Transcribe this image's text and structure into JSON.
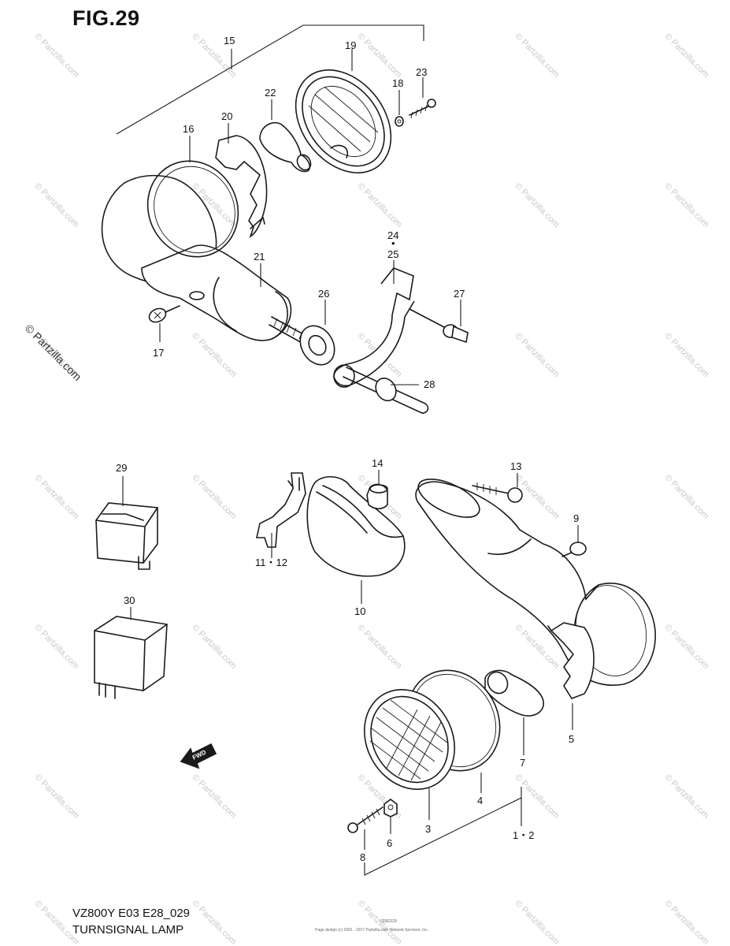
{
  "figure": {
    "title": "FIG.29",
    "model_code": "VZ800Y  E03  E28_029",
    "name": "TURNSIGNAL LAMP",
    "copyright": "© Partzilla.com",
    "watermark": "© Partzilla.com",
    "fine_print_1": "029ED29",
    "fine_print_2": "Page design (c) 2001 - 2017 Partzilla.com Network Services, Inc.",
    "fwd_label": "FWD"
  },
  "callouts": {
    "c1_2": "1・2",
    "c3": "3",
    "c4": "4",
    "c5": "5",
    "c6": "6",
    "c7": "7",
    "c8": "8",
    "c9": "9",
    "c10": "10",
    "c11_12": "11・12",
    "c13": "13",
    "c14": "14",
    "c15": "15",
    "c16": "16",
    "c17": "17",
    "c18": "18",
    "c19": "19",
    "c20": "20",
    "c21": "21",
    "c22": "22",
    "c23": "23",
    "c24": "24",
    "c24_dot": "•",
    "c25": "25",
    "c26": "26",
    "c27": "27",
    "c28": "28",
    "c29": "29",
    "c30": "30"
  }
}
